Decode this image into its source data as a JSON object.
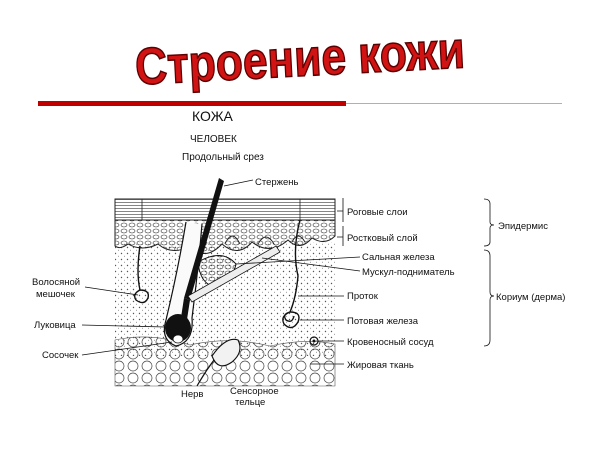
{
  "slide": {
    "title": "Строение кожи",
    "title_color": "#d21313",
    "accent_color": "#c00000"
  },
  "diagram": {
    "heading": "КОЖА",
    "subheading": "ЧЕЛОВЕК",
    "caption": "Продольный срез",
    "labels": {
      "shaft": "Стержень",
      "horny_layers": "Роговые слои",
      "germinal_layer": "Ростковый слой",
      "sebaceous_gland": "Сальная железа",
      "arrector_muscle": "Мускул-подниматель",
      "duct": "Проток",
      "sweat_gland": "Потовая железа",
      "blood_vessel": "Кровеносный сосуд",
      "fat_tissue": "Жировая ткань",
      "follicle_line1": "Волосяной",
      "follicle_line2": "мешочек",
      "bulb": "Луковица",
      "papilla": "Сосочек",
      "nerve": "Нерв",
      "sensory_line1": "Сенсорное",
      "sensory_line2": "тельце",
      "epidermis": "Эпидермис",
      "dermis": "Кориум (дерма)"
    }
  }
}
